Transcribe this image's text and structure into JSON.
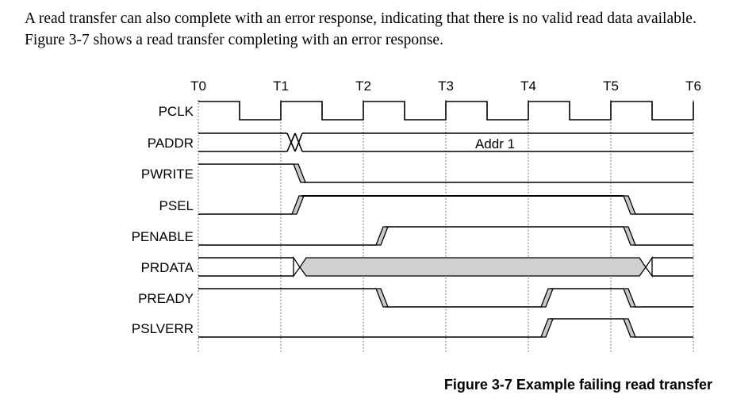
{
  "intro_text": "A read transfer can also complete with an error response, indicating that there is no valid read data available. Figure 3-7 shows a read transfer completing with an error response.",
  "time_markers": [
    "T0",
    "T1",
    "T2",
    "T3",
    "T4",
    "T5",
    "T6"
  ],
  "signals": [
    {
      "name": "PCLK"
    },
    {
      "name": "PADDR",
      "value_label": "Addr 1"
    },
    {
      "name": "PWRITE"
    },
    {
      "name": "PSEL"
    },
    {
      "name": "PENABLE"
    },
    {
      "name": "PRDATA"
    },
    {
      "name": "PREADY"
    },
    {
      "name": "PSLVERR"
    }
  ],
  "caption": "Figure 3-7 Example failing read transfer",
  "colors": {
    "line": "#000000",
    "data_fill": "#d0d0d0",
    "transition_fill": "#c8c8c8",
    "dotted": "#555555"
  }
}
